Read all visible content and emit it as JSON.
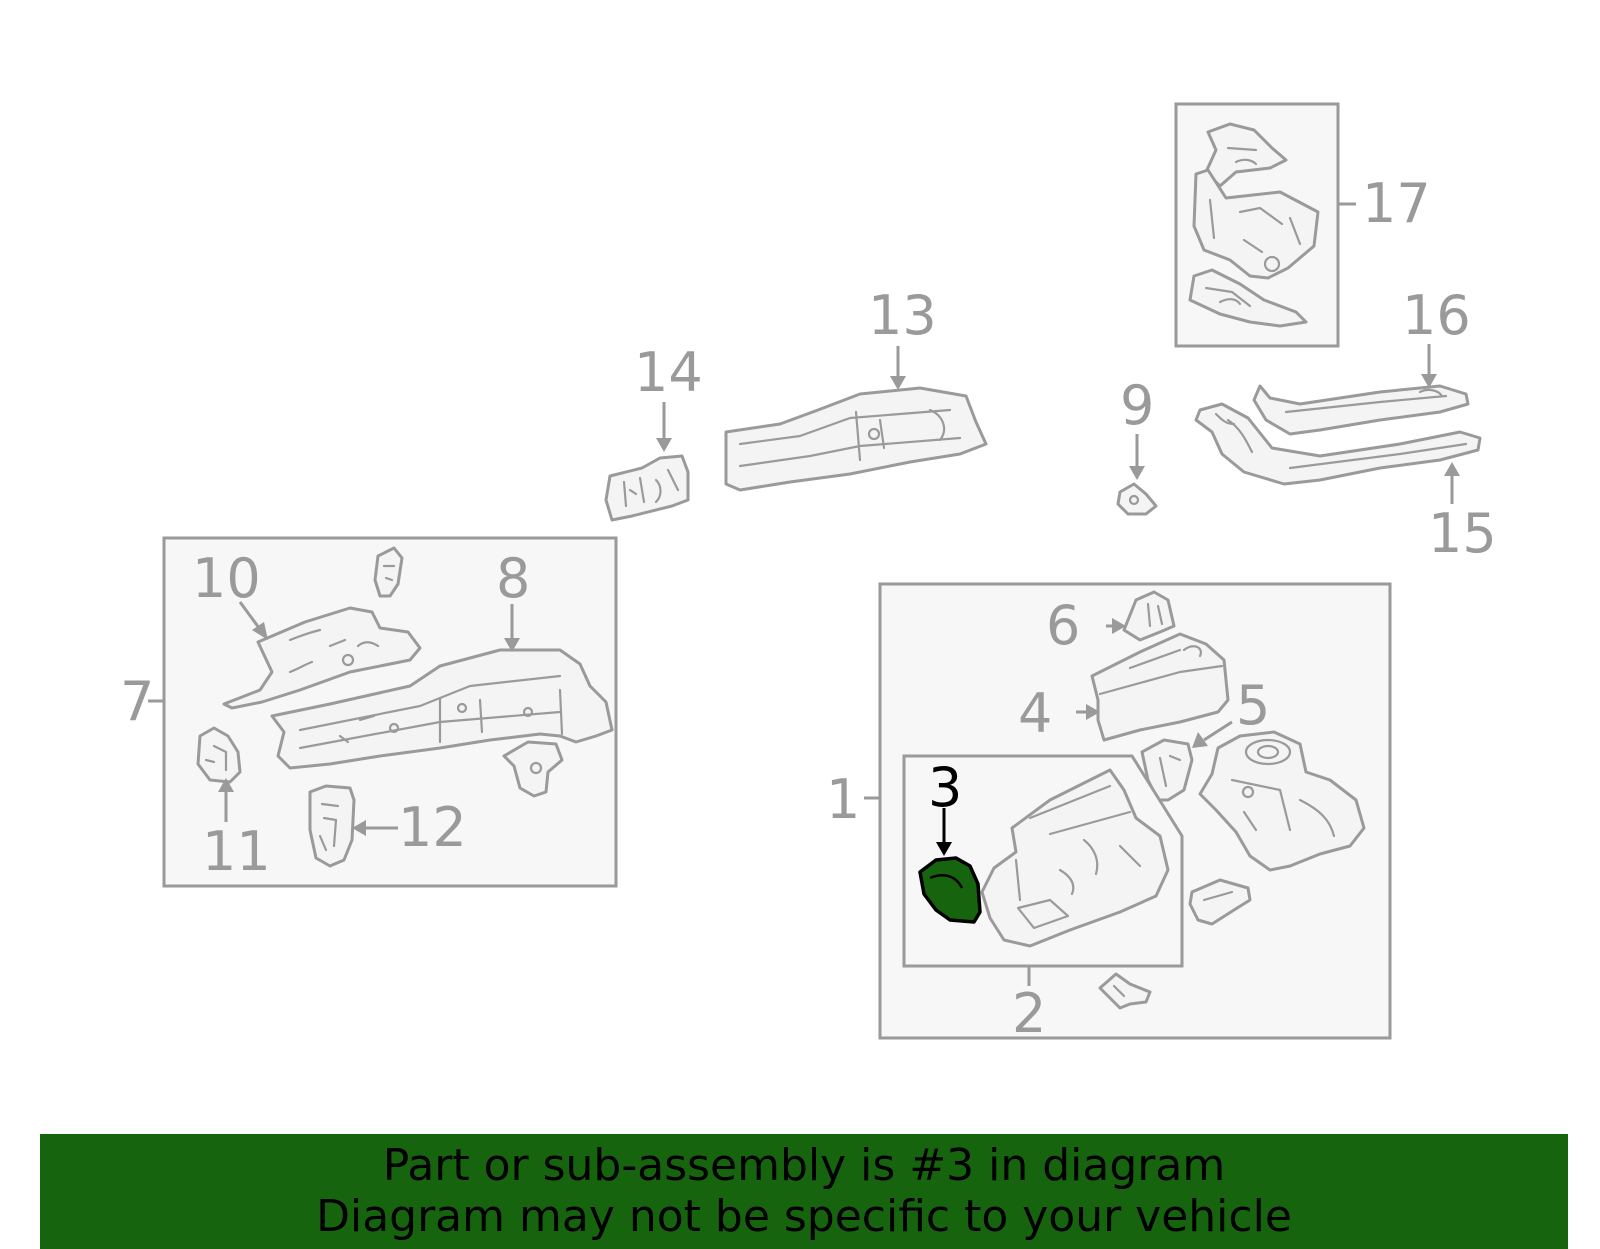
{
  "callouts": {
    "c1": "1",
    "c2": "2",
    "c3": "3",
    "c4": "4",
    "c5": "5",
    "c6": "6",
    "c7": "7",
    "c8": "8",
    "c9": "9",
    "c10": "10",
    "c11": "11",
    "c12": "12",
    "c13": "13",
    "c14": "14",
    "c15": "15",
    "c16": "16",
    "c17": "17"
  },
  "highlight": {
    "part_number": "3",
    "color": "#17640f"
  },
  "banner": {
    "line1": "Part or sub-assembly is #3 in diagram",
    "line2": "Diagram may not be specific to your vehicle"
  },
  "colors": {
    "outline": "#9a9a9a",
    "box_fill": "#f7f7f7",
    "highlight": "#17640f"
  }
}
